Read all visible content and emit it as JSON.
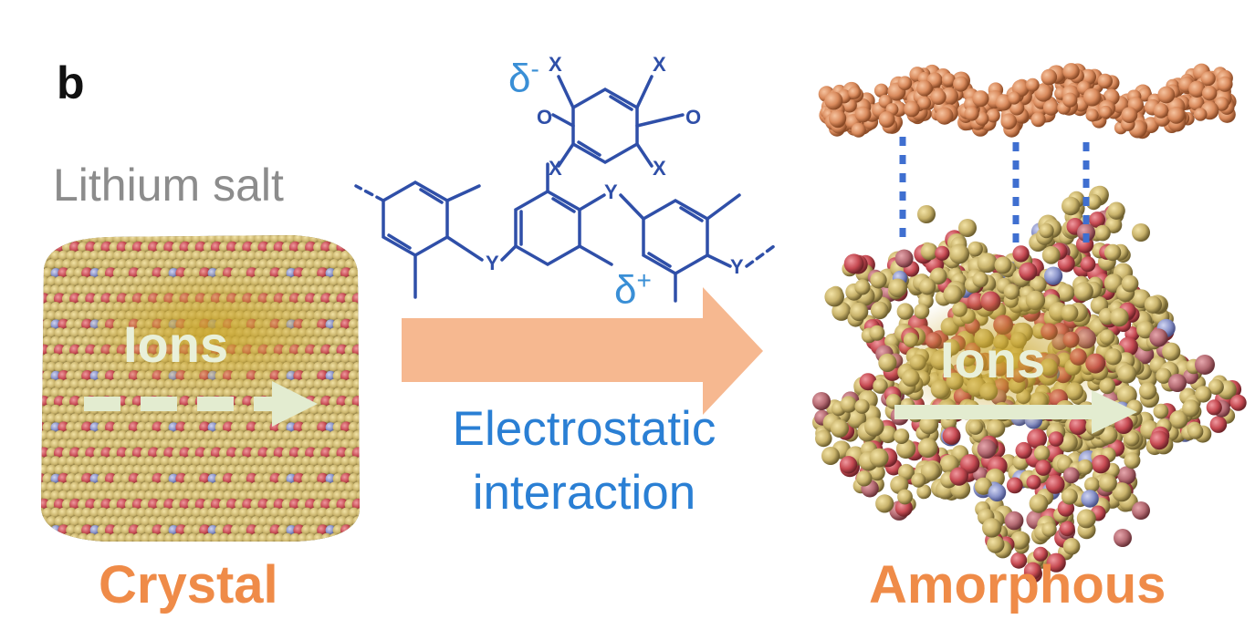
{
  "figure": {
    "panel_letter": "b",
    "salt_label": "Lithium salt",
    "crystal_label": "Crystal",
    "amorphous_label": "Amorphous",
    "ions_left": "Ions",
    "ions_right": "Ions",
    "interaction_line1": "Electrostatic",
    "interaction_line2": "interaction",
    "delta_minus": "δ",
    "delta_minus_sign": "-",
    "delta_plus": "δ",
    "delta_plus_sign": "+",
    "atoms": {
      "x": "X",
      "o": "O",
      "y": "Y"
    }
  },
  "colors": {
    "accent_orange": "#ef8b48",
    "interaction_blue": "#2a7fd4",
    "molecule_blue": "#2f4fa8",
    "arrow_peach": "#f6b890",
    "atom_tan": "#c8b26a",
    "atom_red": "#c64a52",
    "atom_blue": "#8a93c9",
    "polymer_orange": "#d98a5c"
  }
}
